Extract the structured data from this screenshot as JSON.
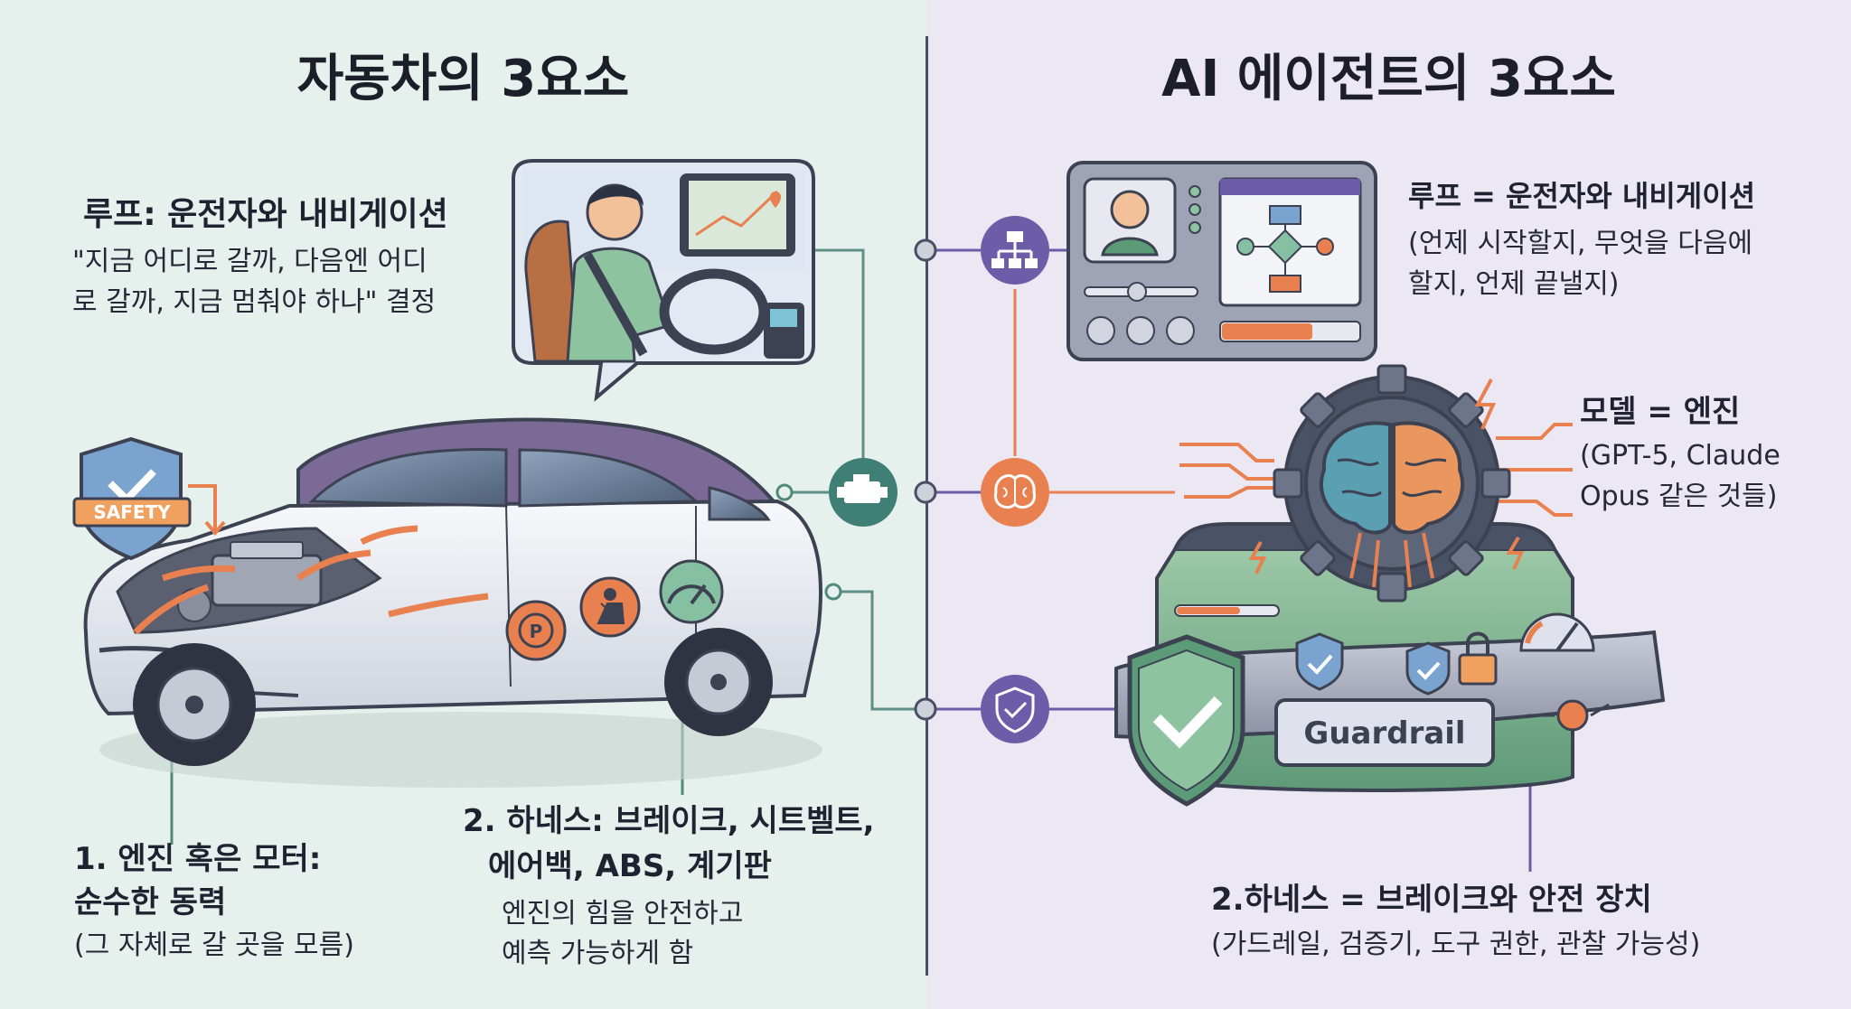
{
  "left": {
    "title": "자동차의 3요소",
    "loop": {
      "heading": "루프: 운전자와 내비게이션",
      "lines": [
        "\"지금 어디로 갈까, 다음엔 어디",
        "로 갈까, 지금 멈춰야 하나\" 결정"
      ]
    },
    "safety_badge": "SAFETY",
    "engine": {
      "heading_lines": [
        "1. 엔진 혹은 모터:",
        "순수한 동력"
      ],
      "note": "(그 자체로 갈 곳을 모름)"
    },
    "harness": {
      "heading_lines": [
        "2. 하네스: 브레이크, 시트벨트,",
        "에어백, ABS, 계기판"
      ],
      "lines": [
        "엔진의 힘을 안전하고",
        "예측 가능하게 함"
      ]
    }
  },
  "right": {
    "title": "AI 에이전트의 3요소",
    "loop": {
      "heading": "루프 = 운전자와 내비게이션",
      "lines": [
        "(언제 시작할지, 무엇을 다음에",
        "할지, 언제 끝낼지)"
      ]
    },
    "model": {
      "heading": "모델 = 엔진",
      "lines": [
        "(GPT-5, Claude",
        "Opus 같은 것들)"
      ]
    },
    "harness": {
      "heading": "2.하네스 = 브레이크와 안전 장치",
      "note": "(가드레일, 검증기, 도구 권한, 관찰 가능성)"
    },
    "guardrail_label": "Guardrail"
  },
  "colors": {
    "left_bg": "#e6f0ec",
    "right_bg": "#ebe8f3",
    "accent_orange": "#e9804f",
    "accent_purple": "#6d5ca8",
    "accent_teal": "#4f8a7b",
    "shield_green": "#5c9b78"
  },
  "icons": [
    "shield-check-icon",
    "engine-icon",
    "brain-icon",
    "flowchart-icon",
    "gauge-icon",
    "lock-icon",
    "seatbelt-icon",
    "parking-brake-icon"
  ]
}
